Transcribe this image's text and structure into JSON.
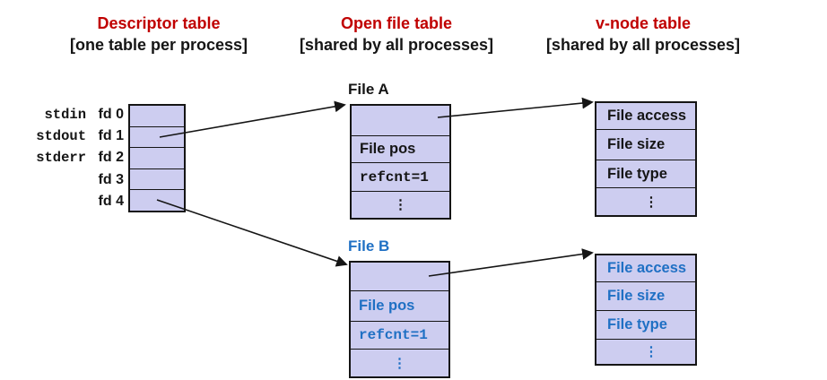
{
  "colors": {
    "header_accent_red": "#C00000",
    "file_b_blue": "#1F70C4",
    "cell_fill_lavender": "#CDCDF0",
    "line_black": "#151515"
  },
  "headers": {
    "descriptor": {
      "title": "Descriptor table",
      "subtitle": "[one table per process]"
    },
    "open_file": {
      "title": "Open file table",
      "subtitle": "[shared by all processes]"
    },
    "vnode": {
      "title": "v-node table",
      "subtitle": "[shared by all processes]"
    }
  },
  "descriptor_table": {
    "rows": [
      {
        "std": "stdin",
        "fd": "fd 0"
      },
      {
        "std": "stdout",
        "fd": "fd 1"
      },
      {
        "std": "stderr",
        "fd": "fd 2"
      },
      {
        "std": "",
        "fd": "fd 3"
      },
      {
        "std": "",
        "fd": "fd 4"
      }
    ]
  },
  "open_file_table": {
    "file_a": {
      "title": "File A",
      "rows": [
        "",
        "File pos",
        "refcnt=1",
        "⋮"
      ]
    },
    "file_b": {
      "title": "File B",
      "rows": [
        "",
        "File pos",
        "refcnt=1",
        "⋮"
      ]
    }
  },
  "vnode_table": {
    "vnode_a": {
      "rows": [
        "File access",
        "File size",
        "File type",
        "⋮"
      ]
    },
    "vnode_b": {
      "rows": [
        "File access",
        "File size",
        "File type",
        "⋮"
      ]
    }
  }
}
